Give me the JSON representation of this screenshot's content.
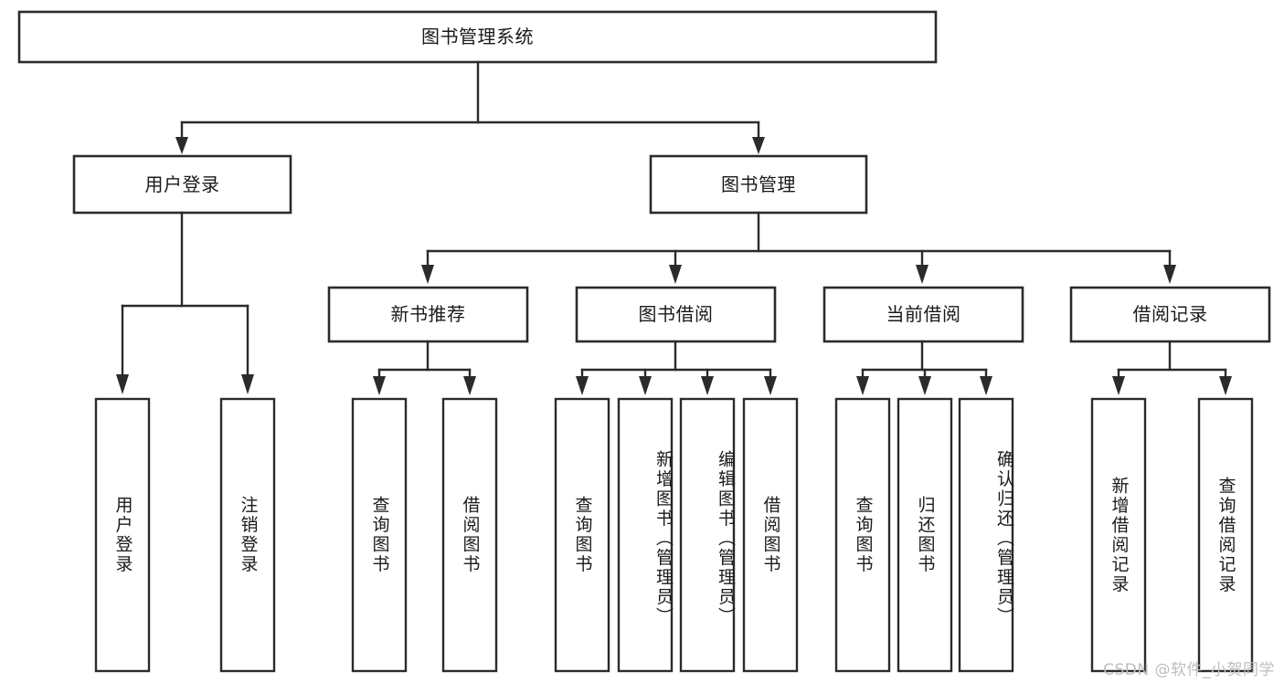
{
  "diagram": {
    "type": "tree-hierarchy-chart",
    "title": "图书管理系统",
    "background_color": "#ffffff",
    "box_border_color": "#2b2b2b",
    "box_fill_color": "#ffffff",
    "text_color": "#1a1a1a",
    "root": {
      "id": "root",
      "label": "图书管理系统",
      "level": 0,
      "text_orientation": "horizontal"
    },
    "level1": [
      {
        "id": "user-login",
        "label": "用户登录",
        "level": 1,
        "text_orientation": "horizontal"
      },
      {
        "id": "book-management",
        "label": "图书管理",
        "level": 1,
        "text_orientation": "horizontal"
      }
    ],
    "level2": [
      {
        "id": "new-book-recommend",
        "label": "新书推荐",
        "level": 2,
        "parent": "book-management",
        "text_orientation": "horizontal"
      },
      {
        "id": "book-borrow",
        "label": "图书借阅",
        "level": 2,
        "parent": "book-management",
        "text_orientation": "horizontal"
      },
      {
        "id": "current-borrow",
        "label": "当前借阅",
        "level": 2,
        "parent": "book-management",
        "text_orientation": "horizontal"
      },
      {
        "id": "borrow-record",
        "label": "借阅记录",
        "level": 2,
        "parent": "book-management",
        "text_orientation": "horizontal"
      }
    ],
    "leaves": [
      {
        "id": "leaf-user-login",
        "label": "用户登录",
        "parent": "user-login",
        "text_orientation": "vertical"
      },
      {
        "id": "leaf-logout-login",
        "label": "注销登录",
        "parent": "user-login",
        "text_orientation": "vertical"
      },
      {
        "id": "leaf-query-book-1",
        "label": "查询图书",
        "parent": "new-book-recommend",
        "text_orientation": "vertical"
      },
      {
        "id": "leaf-borrow-book-1",
        "label": "借阅图书",
        "parent": "new-book-recommend",
        "text_orientation": "vertical"
      },
      {
        "id": "leaf-query-book-2",
        "label": "查询图书",
        "parent": "book-borrow",
        "text_orientation": "vertical"
      },
      {
        "id": "leaf-add-book-admin",
        "label": "新增图书（管理员）",
        "parent": "book-borrow",
        "text_orientation": "vertical"
      },
      {
        "id": "leaf-edit-book-admin",
        "label": "编辑图书（管理员）",
        "parent": "book-borrow",
        "text_orientation": "vertical"
      },
      {
        "id": "leaf-borrow-book-2",
        "label": "借阅图书",
        "parent": "book-borrow",
        "text_orientation": "vertical"
      },
      {
        "id": "leaf-query-book-3",
        "label": "查询图书",
        "parent": "current-borrow",
        "text_orientation": "vertical"
      },
      {
        "id": "leaf-return-book",
        "label": "归还图书",
        "parent": "current-borrow",
        "text_orientation": "vertical"
      },
      {
        "id": "leaf-confirm-return-admin",
        "label": "确认归还（管理员）",
        "parent": "current-borrow",
        "text_orientation": "vertical"
      },
      {
        "id": "leaf-add-borrow-record",
        "label": "新增借阅记录",
        "parent": "borrow-record",
        "text_orientation": "vertical"
      },
      {
        "id": "leaf-query-borrow-record",
        "label": "查询借阅记录",
        "parent": "borrow-record",
        "text_orientation": "vertical"
      }
    ]
  },
  "watermark": {
    "text": "CSDN @软件_小贺同学"
  }
}
